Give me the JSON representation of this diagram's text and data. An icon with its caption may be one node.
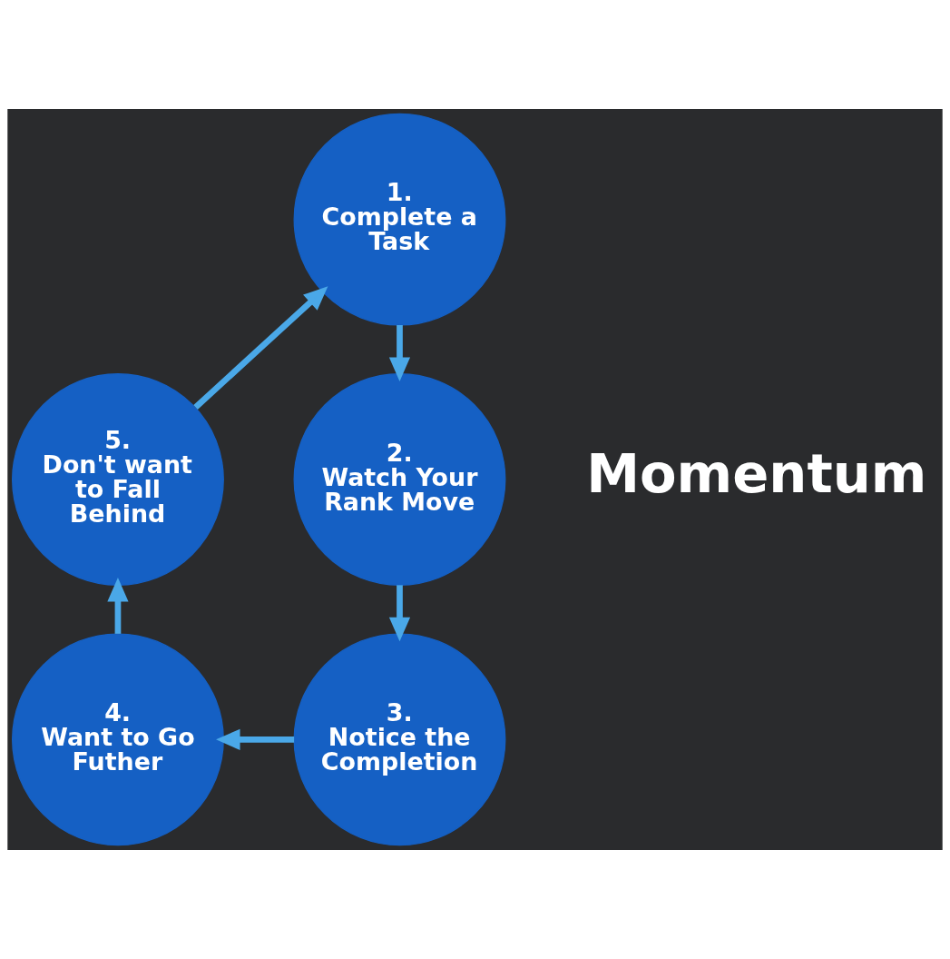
{
  "diagram": {
    "nodes": [
      {
        "text": [
          "1.",
          "Complete a Task"
        ]
      },
      {
        "text": [
          "2.",
          "Watch Your Rank Move"
        ]
      },
      {
        "text": [
          "3.",
          "Notice the Completion"
        ]
      },
      {
        "text": [
          "4.",
          "Want to Go Futher"
        ]
      },
      {
        "text": [
          "5.",
          "Don't want to Fall Behind"
        ]
      }
    ],
    "edges": [
      {
        "from": 0,
        "to": 1,
        "arrow": "to"
      },
      {
        "from": 1,
        "to": 2,
        "arrow": "to"
      },
      {
        "from": 2,
        "to": 3,
        "arrow": "to"
      },
      {
        "from": 3,
        "to": 4,
        "arrow": "to"
      },
      {
        "from": 4,
        "to": 0,
        "arrow": "to"
      }
    ],
    "labels": [
      "Momentum"
    ]
  }
}
